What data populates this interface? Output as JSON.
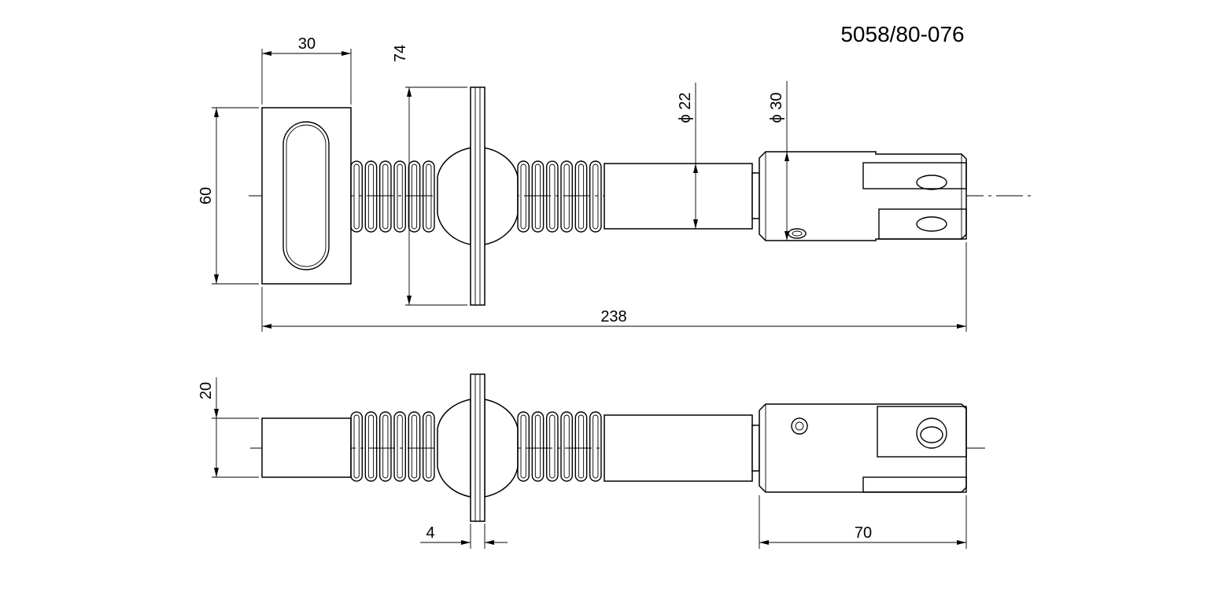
{
  "drawing": {
    "part_number": "5058/80-076",
    "top_view": {
      "dim_handle_width": "30",
      "dim_flange_height": "74",
      "dim_shaft_diameter": "ϕ 22",
      "dim_fork_diameter": "ϕ 30",
      "dim_handle_height": "60",
      "dim_overall_length": "238"
    },
    "side_view": {
      "dim_handle_thickness": "20",
      "dim_flange_thickness": "4",
      "dim_fork_length": "70"
    }
  }
}
